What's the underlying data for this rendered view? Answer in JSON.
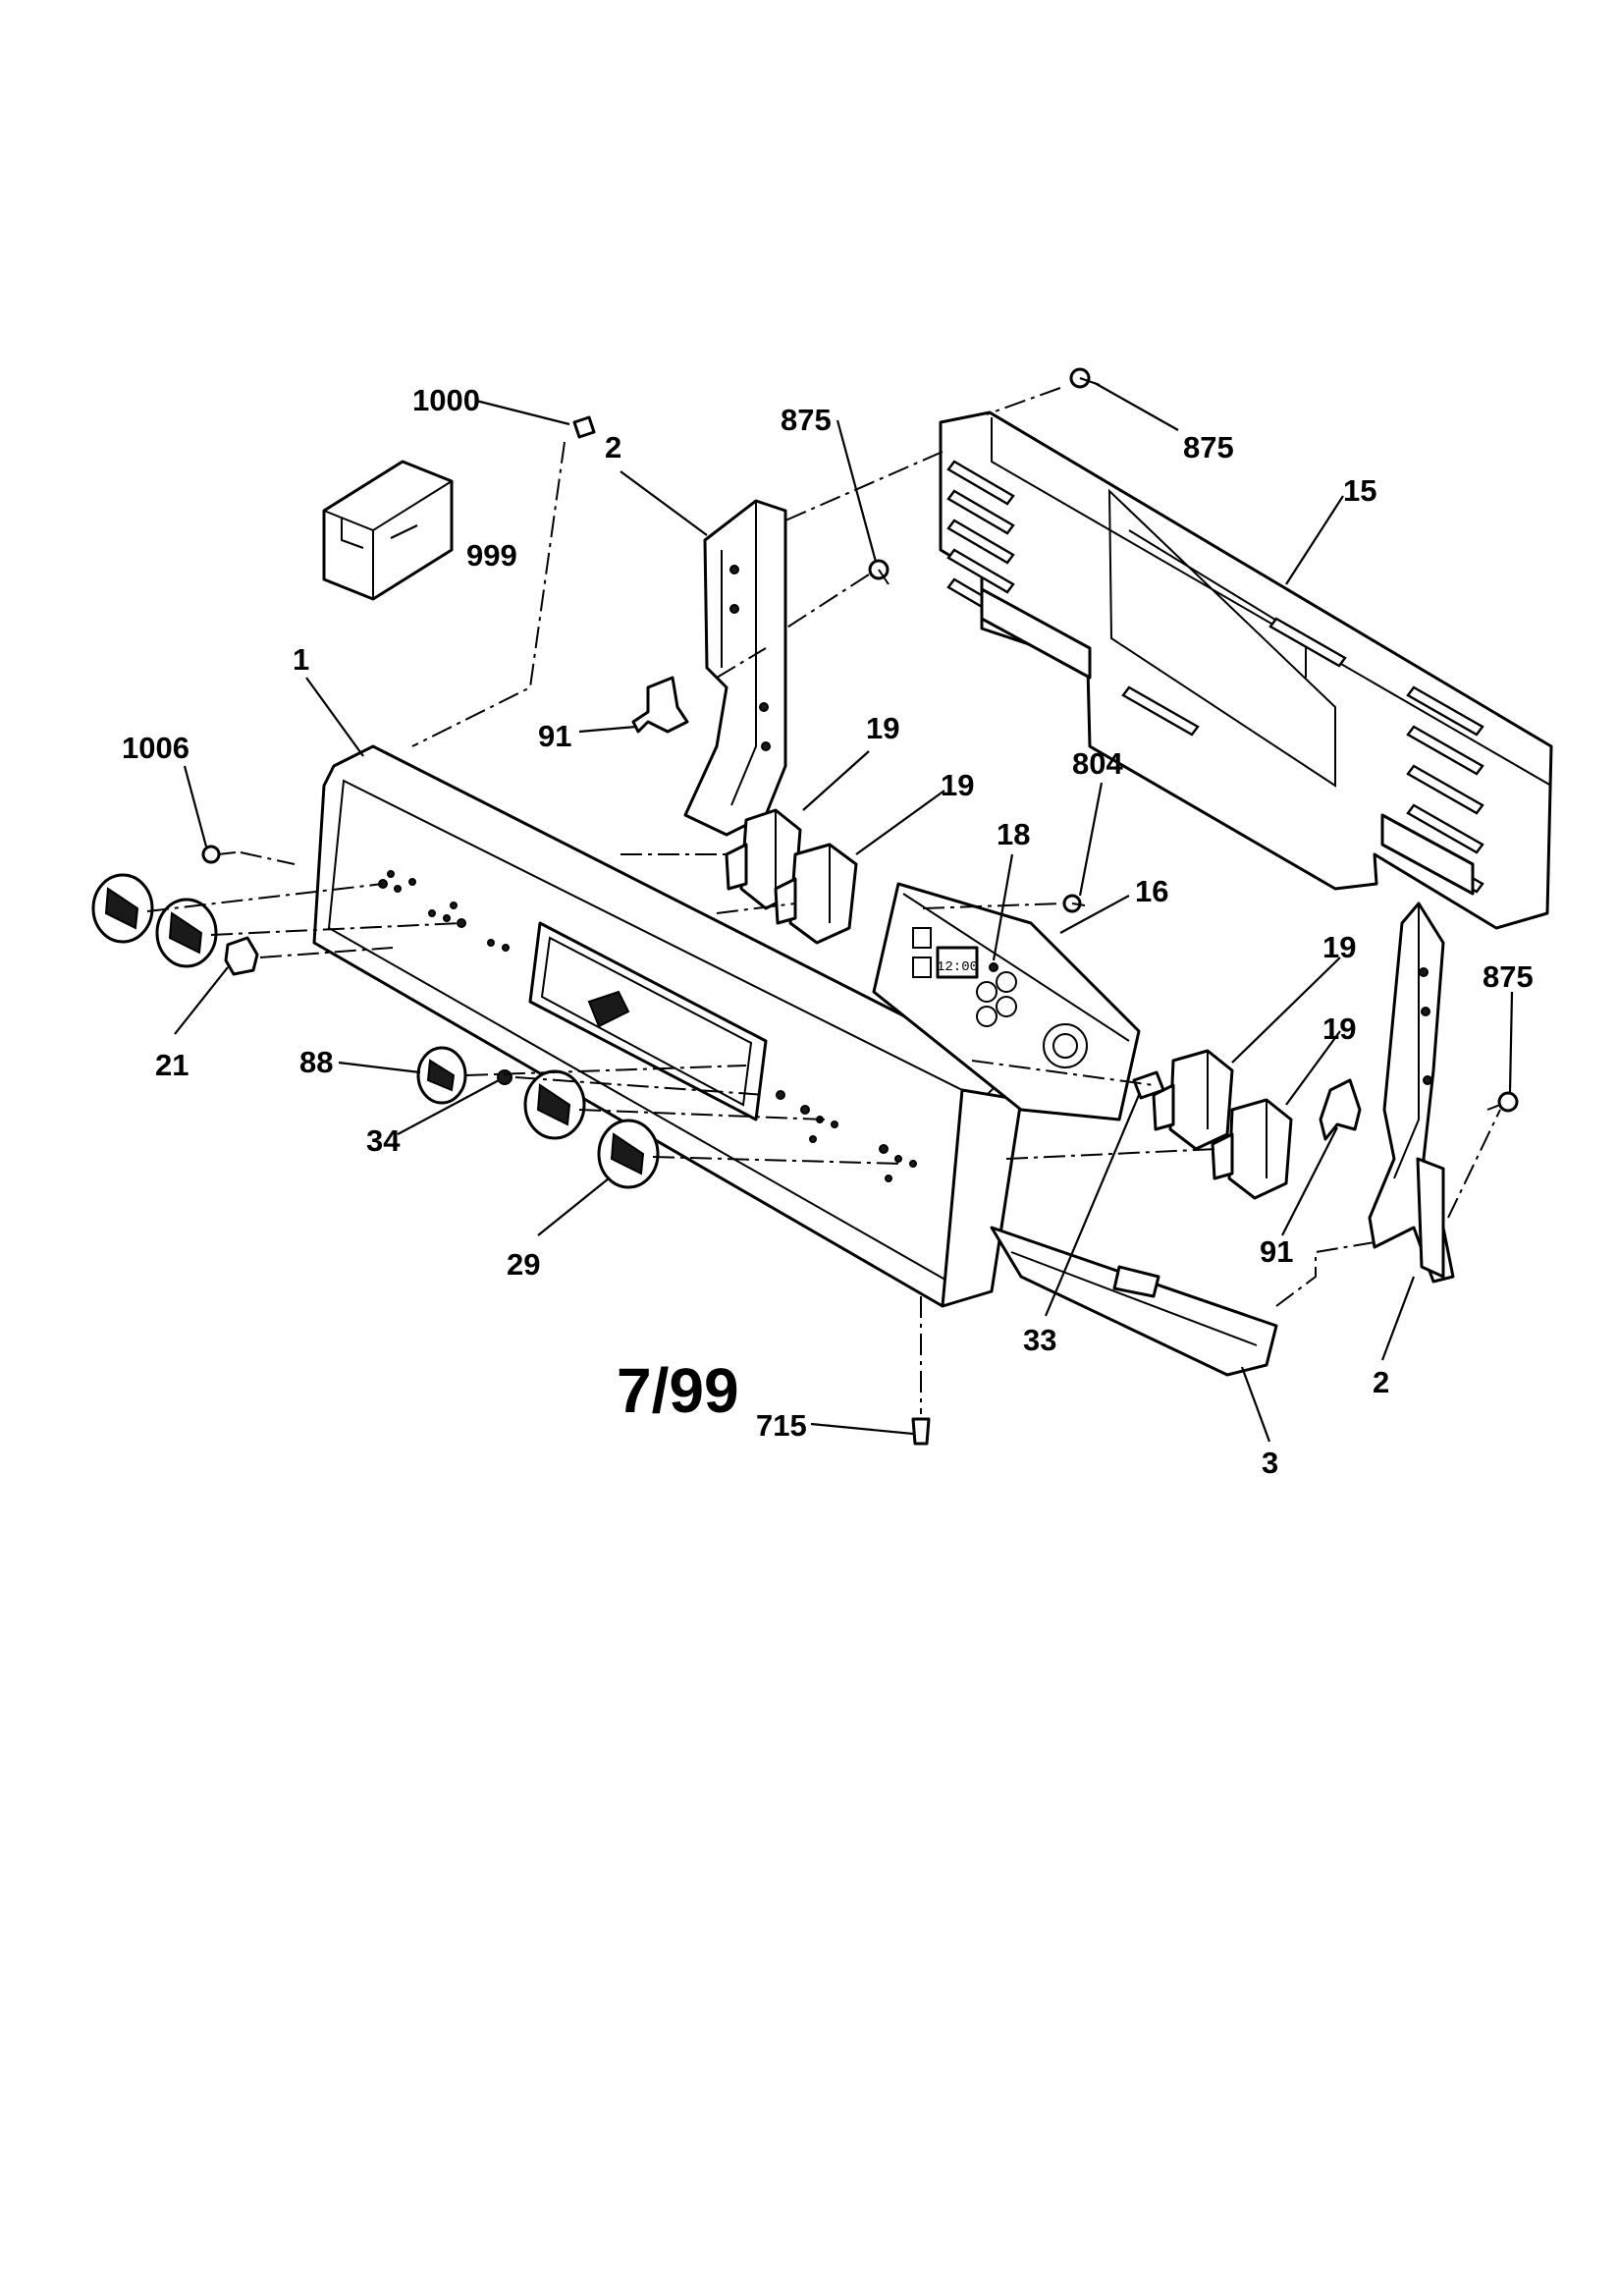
{
  "diagram": {
    "date_code": "7/99",
    "callouts": {
      "c1000": "1000",
      "c999": "999",
      "c2_top": "2",
      "c875_mid": "875",
      "c875_top": "875",
      "c15": "15",
      "c1": "1",
      "c91_left": "91",
      "c19_a": "19",
      "c19_b": "19",
      "c804": "804",
      "c18": "18",
      "c16": "16",
      "c1006": "1006",
      "c21": "21",
      "c88": "88",
      "c34": "34",
      "c29": "29",
      "c33": "33",
      "c19_c": "19",
      "c19_d": "19",
      "c875_right": "875",
      "c91_right": "91",
      "c2_right": "2",
      "c3": "3",
      "c715": "715"
    },
    "clock_display": "12:00"
  }
}
